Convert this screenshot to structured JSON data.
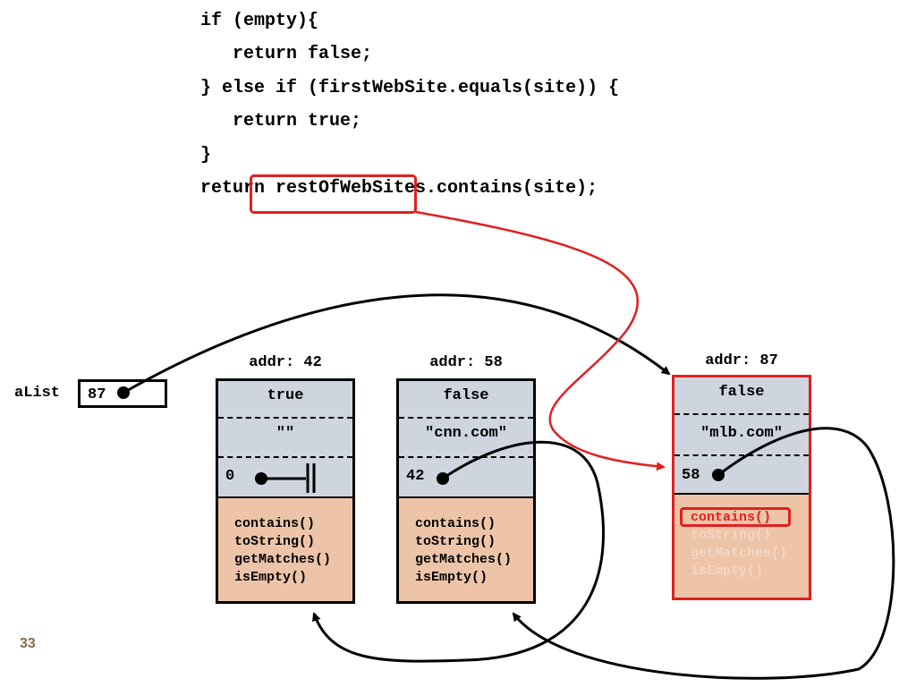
{
  "code": {
    "lines": [
      "if (empty){",
      "   return false;",
      "} else if (firstWebSite.equals(site)) {",
      "   return true;",
      "}",
      "return restOfWebSites.contains(site);"
    ]
  },
  "variable": {
    "name": "aList",
    "value": "87"
  },
  "nodes": [
    {
      "addr": "addr: 42",
      "empty": "true",
      "firstWebSite": "\"\"",
      "rest": "0",
      "methods": [
        "contains()",
        "toString()",
        "getMatches()",
        "isEmpty()"
      ]
    },
    {
      "addr": "addr: 58",
      "empty": "false",
      "firstWebSite": "\"cnn.com\"",
      "rest": "42",
      "methods": [
        "contains()",
        "toString()",
        "getMatches()",
        "isEmpty()"
      ]
    },
    {
      "addr": "addr: 87",
      "empty": "false",
      "firstWebSite": "\"mlb.com\"",
      "rest": "58",
      "methods": [
        "contains()",
        "toString()",
        "getMatches()",
        "isEmpty()"
      ],
      "highlighted_method": "contains()"
    }
  ],
  "slide_number": "33",
  "colors": {
    "highlight": "#e02020",
    "field_bg": "#ced5de",
    "method_bg": "#edc4a8"
  }
}
